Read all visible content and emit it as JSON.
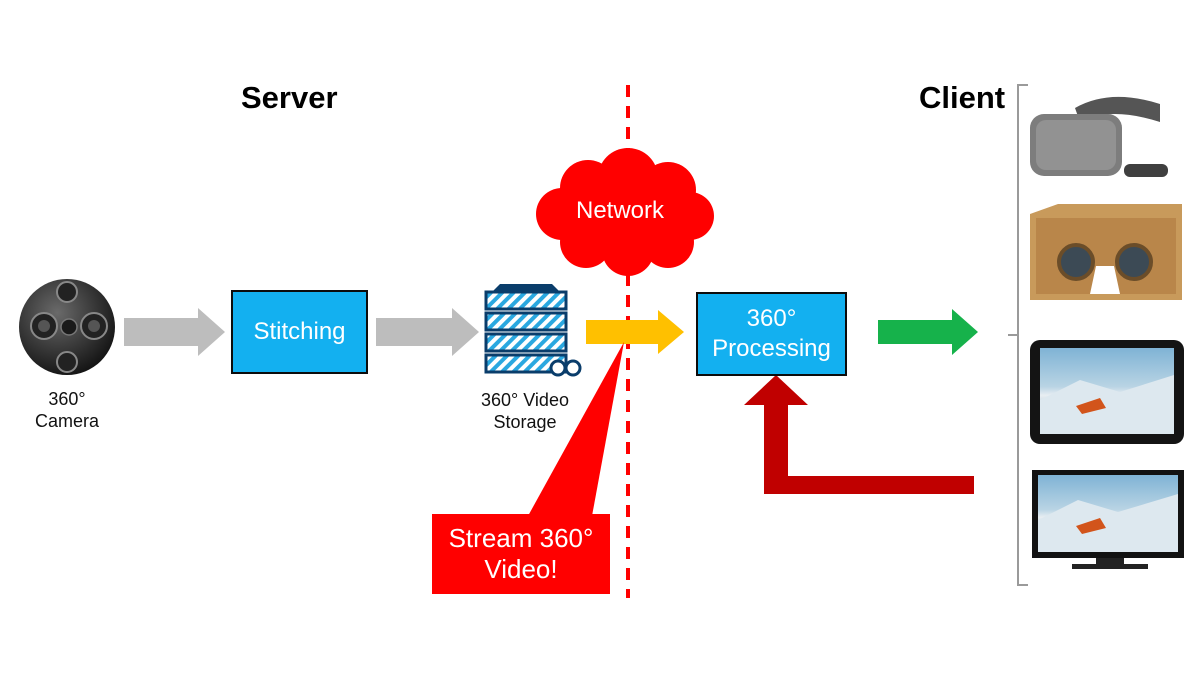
{
  "headings": {
    "server": "Server",
    "client": "Client"
  },
  "network": {
    "label": "Network"
  },
  "camera": {
    "caption_line1": "360°",
    "caption_line2": "Camera"
  },
  "stitching": {
    "label": "Stitching"
  },
  "storage": {
    "caption_line1": "360° Video",
    "caption_line2": "Storage"
  },
  "processing": {
    "label_line1": "360°",
    "label_line2": "Processing"
  },
  "callout": {
    "line1": "Stream 360°",
    "line2": "Video!"
  },
  "client_devices": [
    {
      "name": "vr-headset"
    },
    {
      "name": "cardboard-viewer"
    },
    {
      "name": "tablet"
    },
    {
      "name": "television"
    }
  ],
  "colors": {
    "gray_arrow": "#bdbdbd",
    "yellow_arrow": "#ffc000",
    "green_arrow": "#16b24b",
    "feedback_arrow": "#c00000",
    "network_cloud": "#ff0000",
    "process_box": "#13b0f0",
    "divider": "#ff0000"
  }
}
